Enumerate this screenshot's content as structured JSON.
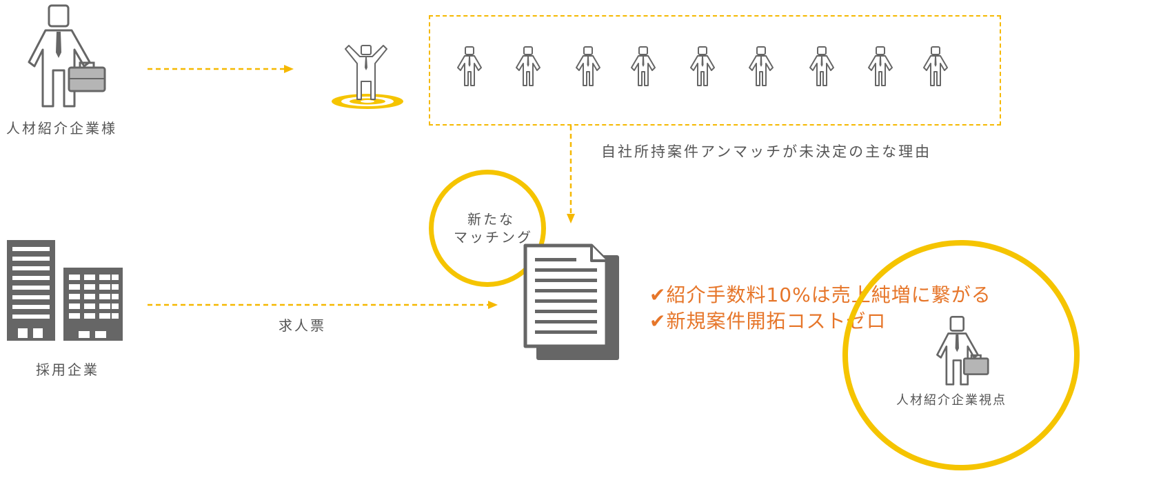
{
  "labels": {
    "agency": "人材紹介企業様",
    "employer": "採用企業",
    "job_posting": "求人票",
    "unmatched_reason": "自社所持案件アンマッチが未決定の主な理由",
    "new_matching_line1": "新たな",
    "new_matching_line2": "マッチング",
    "agency_view": "人材紹介企業視点"
  },
  "benefits": [
    "✔紹介手数料10%は売上純増に繋がる",
    "✔新規案件開拓コストゼロ"
  ],
  "colors": {
    "accent_yellow": "#f5b800",
    "accent_orange": "#e6762a",
    "icon_gray": "#666666",
    "text_gray": "#555555"
  },
  "icons": {
    "agency": "businessman-with-briefcase-icon",
    "candidate": "cheering-person-on-target-icon",
    "candidates_pool": "person-icon",
    "employer": "office-buildings-icon",
    "document": "document-stack-icon"
  }
}
